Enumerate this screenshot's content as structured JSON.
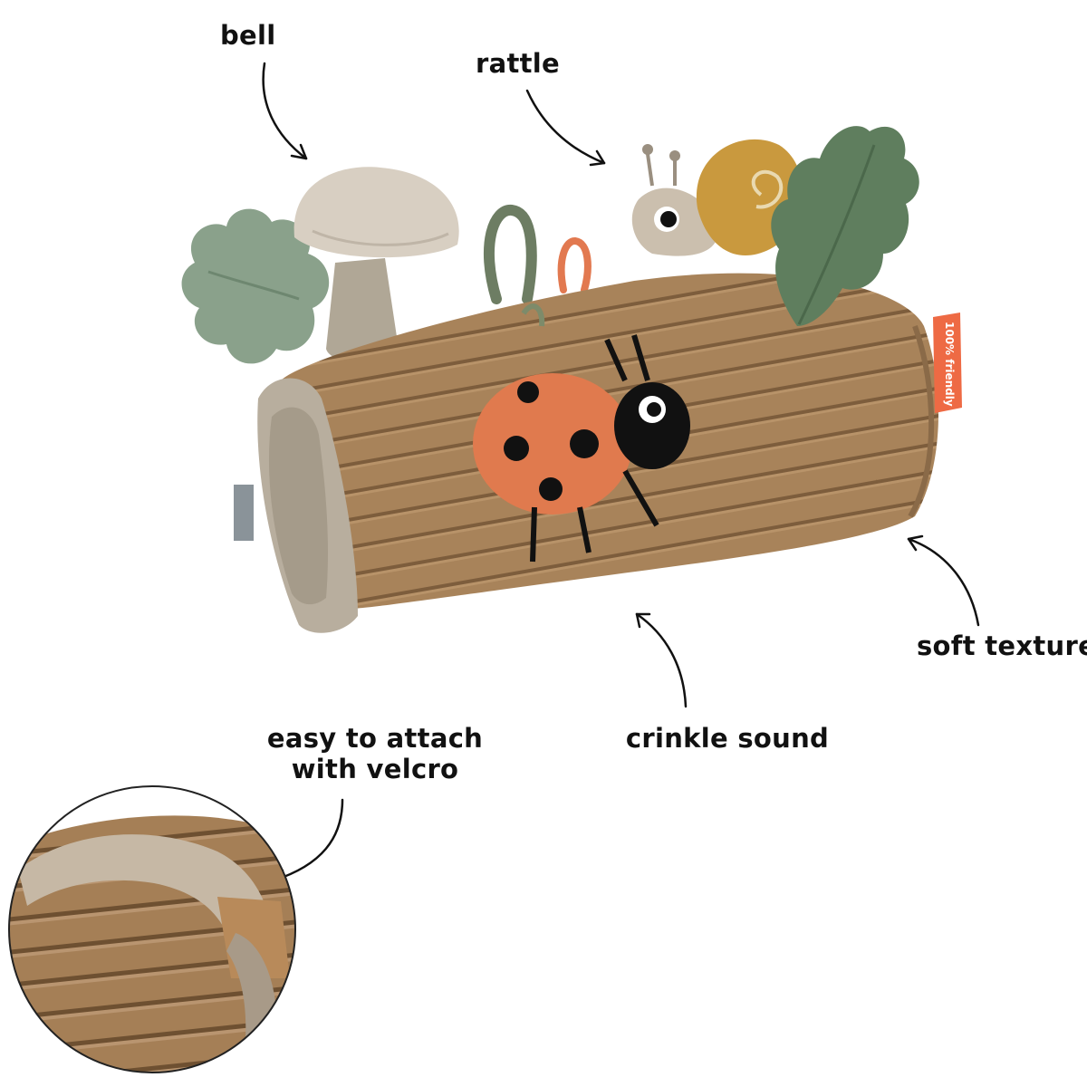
{
  "labels": {
    "bell": "bell",
    "rattle": "rattle",
    "soft_texture": "soft texture",
    "crinkle_sound": "crinkle sound",
    "velcro_line1": "easy to attach",
    "velcro_line2": "with velcro"
  },
  "tag_text": "100% friendly",
  "colors": {
    "log_brown": "#a47f57",
    "log_dark": "#7d5d3c",
    "lining_grey": "#b8ae9e",
    "mushroom_cap": "#d8cfc2",
    "leaf_green": "#5f7e5e",
    "moss_green": "#8aa18b",
    "ladybug_orange": "#e07a4e",
    "snail_shell": "#c9993e",
    "tag_orange": "#ee6a44"
  }
}
